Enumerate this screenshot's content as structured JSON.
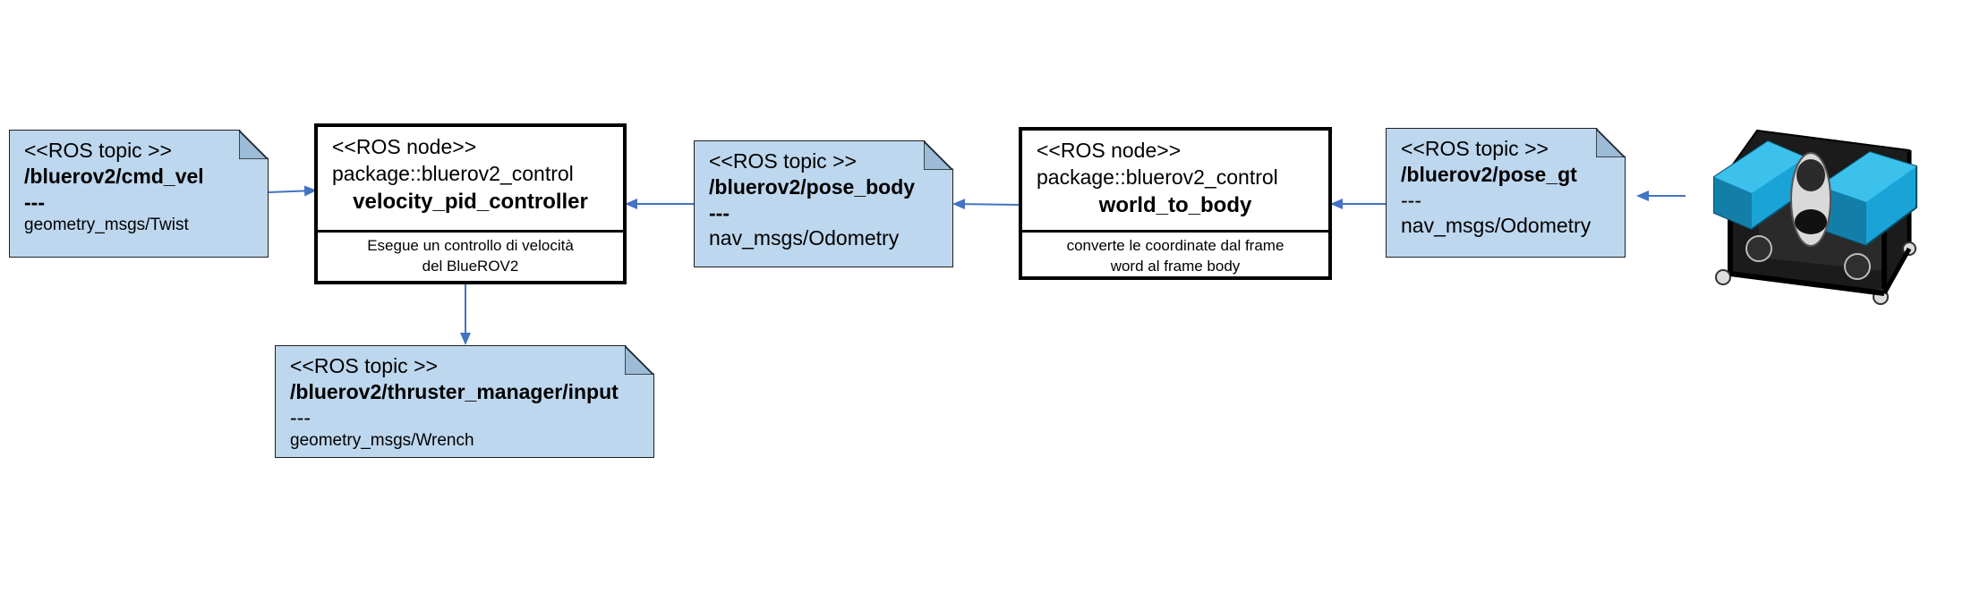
{
  "topic_cmd_vel": {
    "stereotype": "<<ROS topic >>",
    "name": "/bluerov2/cmd_vel",
    "separator": "---",
    "msg_type": "geometry_msgs/Twist"
  },
  "node_velocity": {
    "stereotype": "<<ROS node>>",
    "package": "package::bluerov2_control",
    "name": "velocity_pid_controller",
    "description_l1": "Esegue un controllo di velocità",
    "description_l2": "del BlueROV2"
  },
  "topic_pose_body": {
    "stereotype": "<<ROS topic >>",
    "name": "/bluerov2/pose_body",
    "separator": "---",
    "msg_type": "nav_msgs/Odometry"
  },
  "node_world_to_body": {
    "stereotype": "<<ROS node>>",
    "package": "package::bluerov2_control",
    "name": "world_to_body",
    "description_l1": "converte le coordinate dal frame",
    "description_l2": "word al frame body"
  },
  "topic_pose_gt": {
    "stereotype": "<<ROS topic >>",
    "name": "/bluerov2/pose_gt",
    "separator": "---",
    "msg_type": "nav_msgs/Odometry"
  },
  "topic_thruster": {
    "stereotype": "<<ROS topic >>",
    "name": "/bluerov2/thruster_manager/input",
    "separator": "---",
    "msg_type": "geometry_msgs/Wrench"
  },
  "colors": {
    "note_fill": "#bdd7ee",
    "arrow": "#4472c4",
    "rov_accent": "#1aa3d6"
  }
}
